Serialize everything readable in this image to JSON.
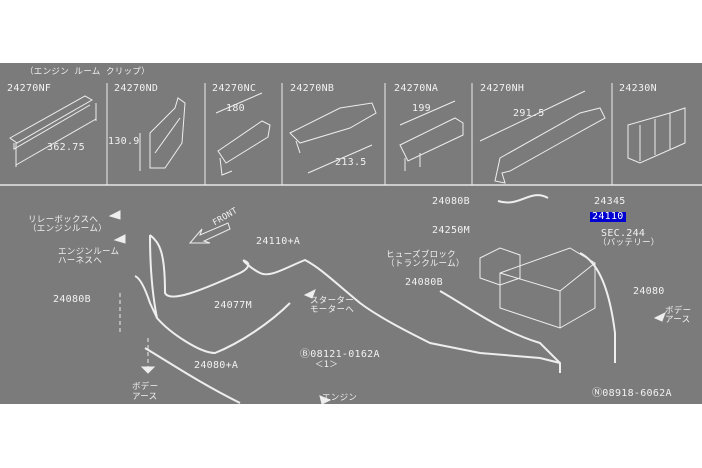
{
  "header_note": "（エンジン ルーム クリップ）",
  "clips": [
    {
      "part": "24270NF",
      "dimension": "362.75"
    },
    {
      "part": "24270ND",
      "dimension": "130.9"
    },
    {
      "part": "24270NC",
      "dimension": "180"
    },
    {
      "part": "24270NB",
      "dimension": "213.5"
    },
    {
      "part": "24270NA",
      "dimension": "199"
    },
    {
      "part": "24270NH",
      "dimension": "291.5"
    },
    {
      "part": "24230N",
      "dimension": null
    }
  ],
  "front_label": "FRONT",
  "callouts": {
    "relay_box_1": "リレーボックスへ",
    "relay_box_2": "（エンジンルーム）",
    "engine_harness_1": "エンジンルーム",
    "engine_harness_2": "ハーネスへ",
    "left_24080b": "24080B",
    "p24110a": "24110+A",
    "p24077m": "24077M",
    "starter_1": "スターター",
    "starter_2": "モーターへ",
    "p24080a": "24080+A",
    "bolt": "Ⓑ08121-0162A",
    "bolt_qty": "＜1＞",
    "engine": "エンジン",
    "body_earth_left_1": "ボデー",
    "body_earth_left_2": "アース",
    "top_24080b": "24080B",
    "p24345": "24345",
    "p24110": "24110",
    "p24250m": "24250M",
    "sec": "SEC.244",
    "battery": "（バッテリー）",
    "fuse_1": "ヒューズブロック",
    "fuse_2": "（トランクルーム）",
    "mid_24080b": "24080B",
    "p24080": "24080",
    "body_earth_right_1": "ボデー",
    "body_earth_right_2": "アース",
    "nut": "Ⓝ08918-6062A"
  },
  "colors": {
    "background": "#7b7b7b",
    "line": "#f2f2f2",
    "highlight": "#0000d0"
  }
}
